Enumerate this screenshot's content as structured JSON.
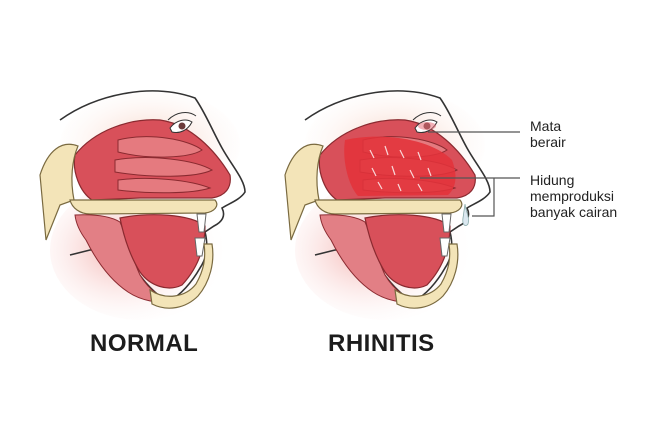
{
  "panels": [
    {
      "caption": "NORMAL"
    },
    {
      "caption": "RHINITIS"
    }
  ],
  "callouts": {
    "watery_eyes": {
      "lines": [
        "Mata",
        "berair"
      ]
    },
    "runny_nose": {
      "lines": [
        "Hidung",
        "memproduksi",
        "banyak cairan"
      ]
    }
  },
  "colors": {
    "skin": "#f6dcc4",
    "skin_shade": "#e7b9a0",
    "tissue": "#d8505a",
    "tissue_dark": "#b8353f",
    "tissue_light": "#e98a8e",
    "bone": "#f3e4b8",
    "bone_outline": "#7a6a40",
    "inflamed": "#e2323a",
    "line": "#555555"
  }
}
